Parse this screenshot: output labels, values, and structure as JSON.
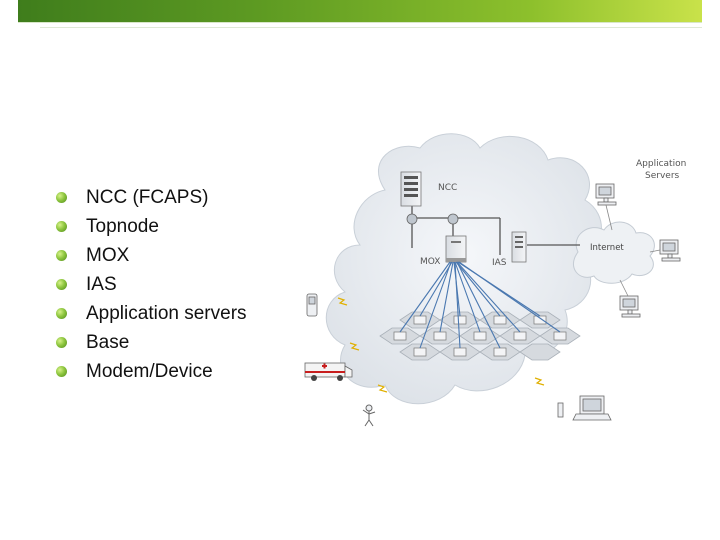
{
  "bullets": [
    {
      "label": "NCC (FCAPS)"
    },
    {
      "label": "Topnode"
    },
    {
      "label": "MOX"
    },
    {
      "label": "IAS"
    },
    {
      "label": "Application servers"
    },
    {
      "label": "Base"
    },
    {
      "label": "Modem/Device"
    }
  ],
  "diagram": {
    "ncc_label": "NCC",
    "mox_label": "MOX",
    "ias_label": "IAS",
    "internet_label": "Internet",
    "app_servers_label_line1": "Application",
    "app_servers_label_line2": "Servers"
  },
  "colors": {
    "accent": "#5d9a22",
    "cloud_fill": "#e8ecf1",
    "cloud_edge": "#cdd4dc",
    "hex_fill": "#d4d8dd",
    "link": "#4a78b0"
  }
}
